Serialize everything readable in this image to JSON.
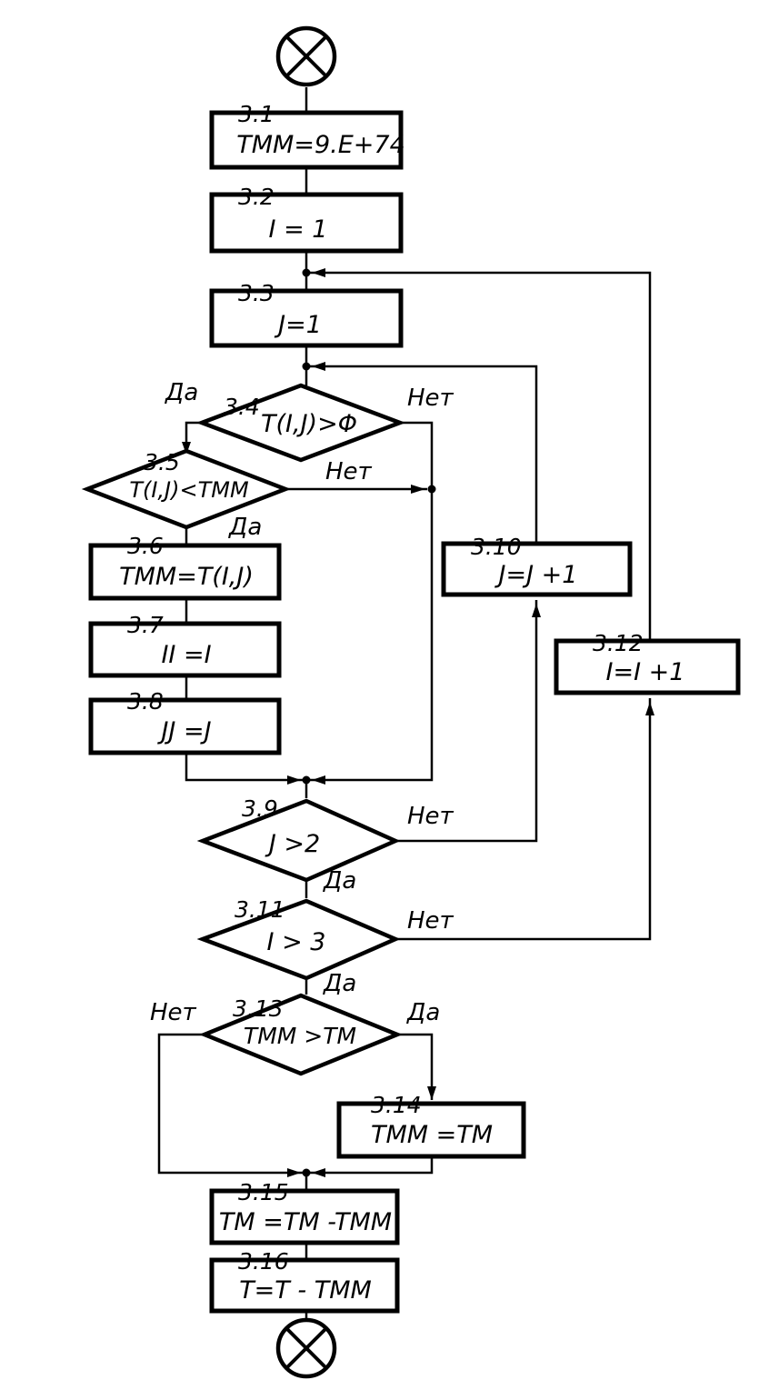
{
  "blocks": {
    "b3_1": {
      "num": "3.1",
      "text": "TMM=9.E+74"
    },
    "b3_2": {
      "num": "3.2",
      "text": "I = 1"
    },
    "b3_3": {
      "num": "3.3",
      "text": "J=1"
    },
    "b3_4": {
      "num": "3.4",
      "text": "T(I,J)>Φ"
    },
    "b3_5": {
      "num": "3.5",
      "text": "T(I,J)<TMM"
    },
    "b3_6": {
      "num": "3.6",
      "text": "TMM=T(I,J)"
    },
    "b3_7": {
      "num": "3.7",
      "text": "II =I"
    },
    "b3_8": {
      "num": "3.8",
      "text": "JJ =J"
    },
    "b3_9": {
      "num": "3.9",
      "text": "J >2"
    },
    "b3_10": {
      "num": "3.10",
      "text": "J=J +1"
    },
    "b3_11": {
      "num": "3.11",
      "text": "I > 3"
    },
    "b3_12": {
      "num": "3.12",
      "text": "I=I +1"
    },
    "b3_13": {
      "num": "3.13",
      "text": "TMM >TM"
    },
    "b3_14": {
      "num": "3.14",
      "text": "TMM =TM"
    },
    "b3_15": {
      "num": "3.15",
      "text": "TM =TM -TMM"
    },
    "b3_16": {
      "num": "3.16",
      "text": "T=T - TMM"
    }
  },
  "labels": {
    "yes": "Да",
    "no": "Нет"
  }
}
